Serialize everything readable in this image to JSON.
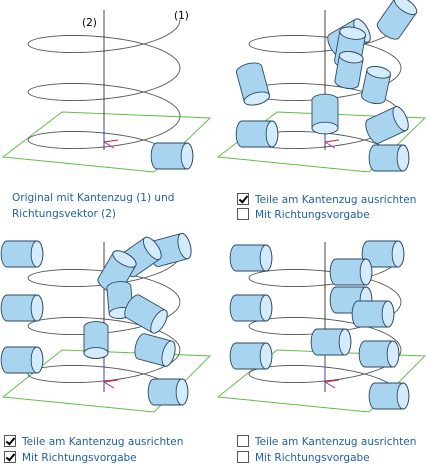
{
  "panels": [
    {
      "id": "original",
      "caption_lines": [
        "Original mit Kantenzug (1) und",
        "Richtungsvektor (2)"
      ],
      "labels": [
        "(1)",
        "(2)"
      ]
    },
    {
      "id": "aligned-only",
      "options": [
        {
          "label": "Teile am Kantenzug ausrichten",
          "checked": true
        },
        {
          "label": "Mit Richtungsvorgabe",
          "checked": false
        }
      ]
    },
    {
      "id": "aligned-with-direction",
      "options": [
        {
          "label": "Teile am Kantenzug ausrichten",
          "checked": true
        },
        {
          "label": "Mit Richtungsvorgabe",
          "checked": true
        }
      ]
    },
    {
      "id": "no-option",
      "options": [
        {
          "label": "Teile am Kantenzug ausrichten",
          "checked": false
        },
        {
          "label": "Mit Richtungsvorgabe",
          "checked": false
        }
      ]
    }
  ],
  "colors": {
    "caption": "#1f5fa8",
    "cylinder": "#a9d4f0",
    "cylinder_edge": "#2b4a63",
    "plane": "#5fbf4a",
    "helix": "#555555"
  }
}
